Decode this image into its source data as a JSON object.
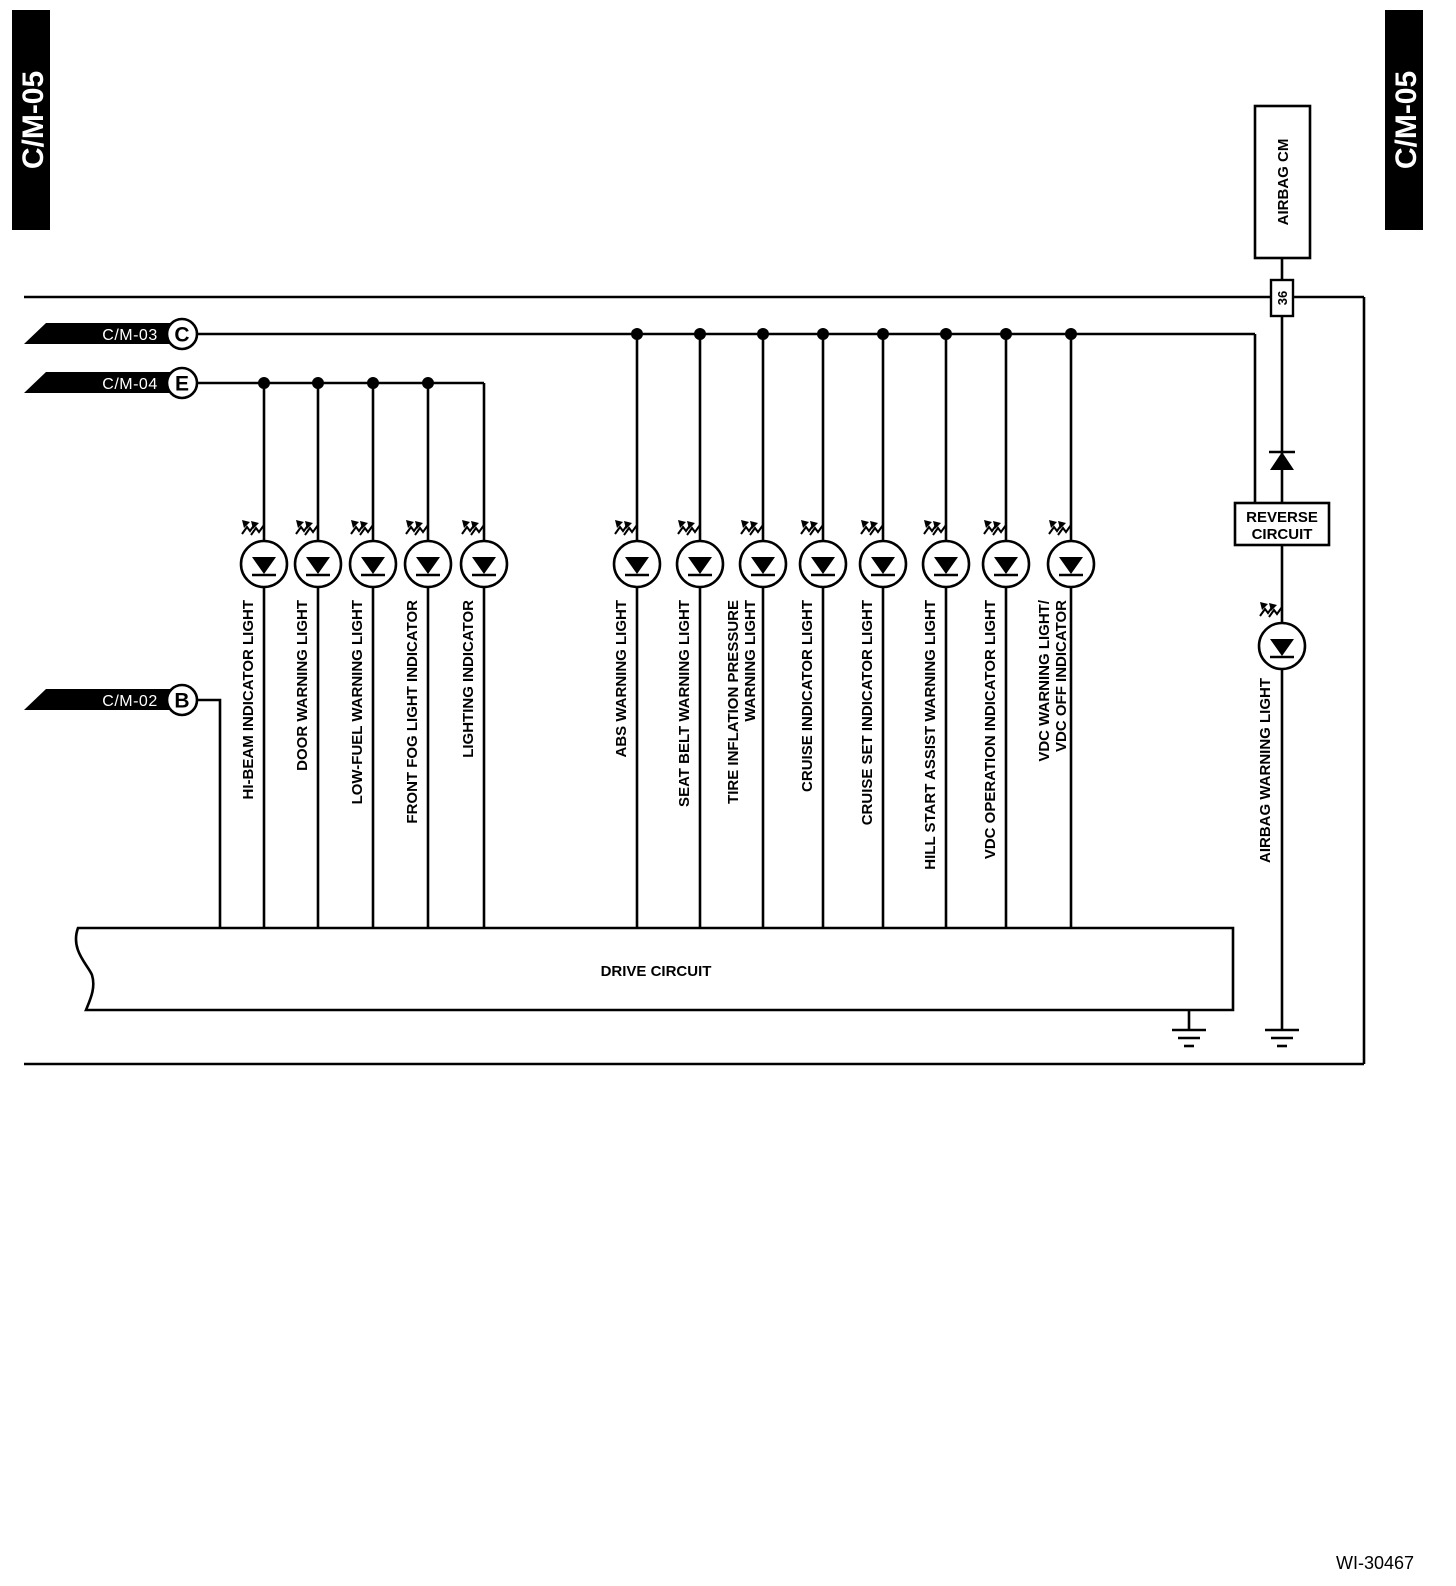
{
  "page_tab": "C/M-05",
  "connectors": {
    "cm03": {
      "code": "C/M-03",
      "letter": "C"
    },
    "cm04": {
      "code": "C/M-04",
      "letter": "E"
    },
    "cm02": {
      "code": "C/M-02",
      "letter": "B"
    }
  },
  "airbag_cm": "AIRBAG CM",
  "pin_36": "36",
  "reverse_circuit": {
    "line1": "REVERSE",
    "line2": "CIRCUIT"
  },
  "drive_circuit": "DRIVE CIRCUIT",
  "lamps": {
    "hi_beam": "HI-BEAM INDICATOR LIGHT",
    "door": "DOOR WARNING LIGHT",
    "low_fuel": "LOW-FUEL WARNING LIGHT",
    "front_fog": "FRONT FOG LIGHT INDICATOR",
    "lighting": "LIGHTING INDICATOR",
    "abs": "ABS WARNING LIGHT",
    "seat_belt": "SEAT BELT WARNING LIGHT",
    "tire_line1": "TIRE INFLATION PRESSURE",
    "tire_line2": "WARNING LIGHT",
    "cruise": "CRUISE INDICATOR LIGHT",
    "cruise_set": "CRUISE SET INDICATOR LIGHT",
    "hill_start": "HILL START ASSIST WARNING LIGHT",
    "vdc_operation": "VDC OPERATION INDICATOR LIGHT",
    "vdc_line1": "VDC WARNING LIGHT/",
    "vdc_line2": "VDC OFF INDICATOR",
    "airbag": "AIRBAG WARNING LIGHT"
  },
  "figure_code": "WI-30467"
}
